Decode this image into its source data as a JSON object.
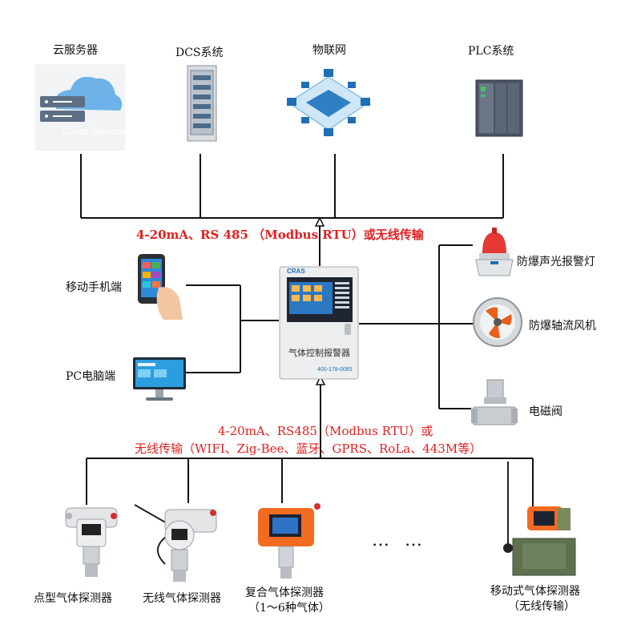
{
  "top_nodes": {
    "cloud": "云服务器",
    "dcs": "DCS系统",
    "iot": "物联网",
    "plc": "PLC系统"
  },
  "cloud_caption": "Cloud Services",
  "top_bus_label": "4-20mA、RS 485 （Modbus RTU）或无线传输",
  "left_nodes": {
    "phone": "移动手机端",
    "pc": "PC电脑端"
  },
  "controller": {
    "label": "气体控制报警器",
    "brand": "CRAS",
    "phone": "400-178-0085"
  },
  "right_nodes": {
    "alarm_light": "防爆声光报警灯",
    "fan": "防爆轴流风机",
    "valve": "电磁阀"
  },
  "bottom_bus_label": {
    "line1": "4-20mA、RS485（Modbus RTU）或",
    "line2": "无线传输（WIFI、Zig-Bee、蓝牙、GPRS、RoLa、443M等）"
  },
  "detectors": {
    "point": "点型气体探测器",
    "wireless": "无线气体探测器",
    "composite": "复合气体探测器",
    "composite_note": "（1～6种气体）",
    "ellipsis": "… …",
    "mobile": "移动式气体探测器",
    "mobile_note": "（无线传输）"
  },
  "colors": {
    "red_text": "#e02020",
    "line": "#111111",
    "accent_orange": "#e8601c"
  }
}
